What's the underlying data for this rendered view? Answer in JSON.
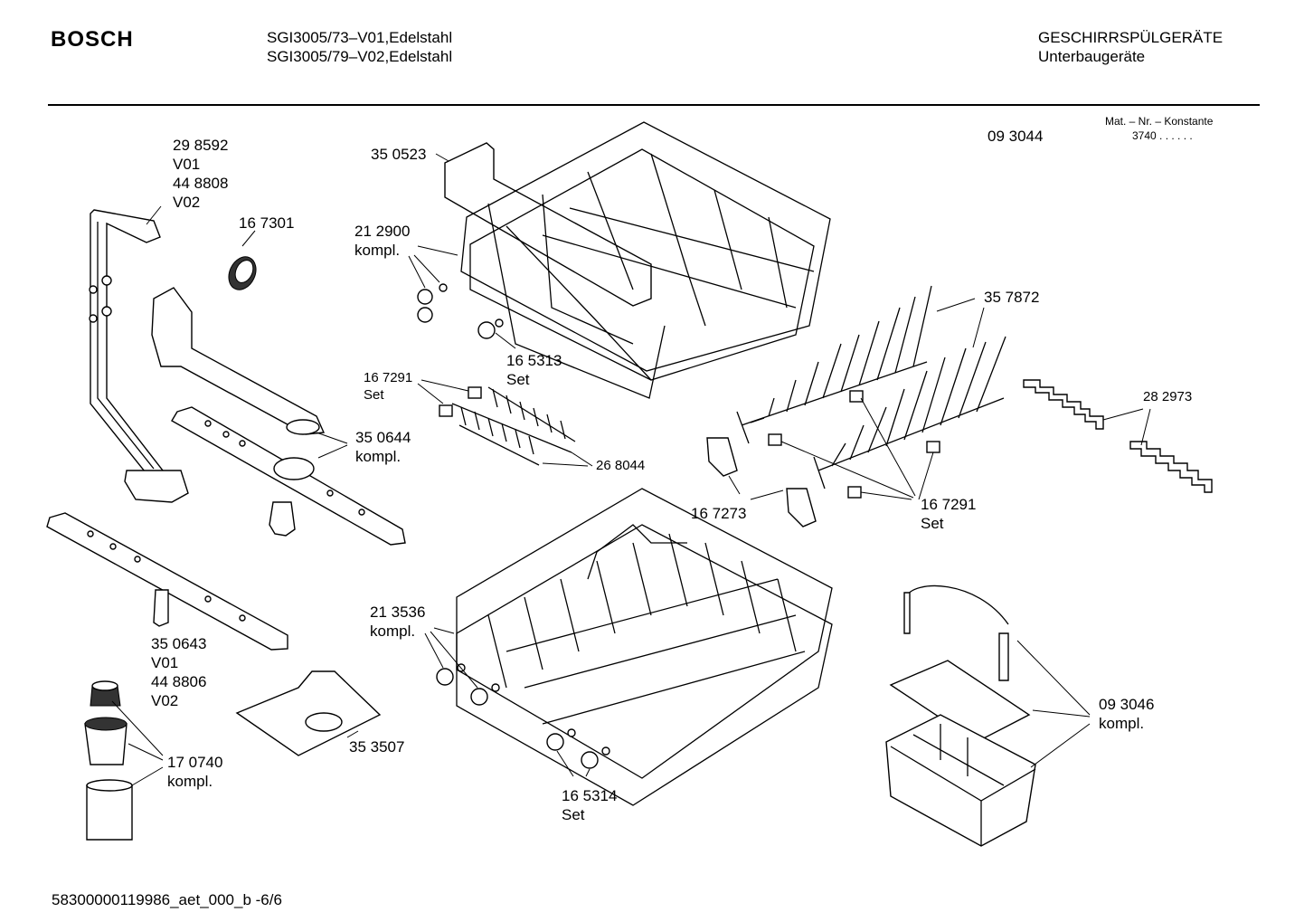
{
  "header": {
    "brand": "BOSCH",
    "model_line_1": "SGI3005/73–V01,Edelstahl",
    "model_line_2": "SGI3005/79–V02,Edelstahl",
    "category_line_1": "GESCHIRRSPÜLGERÄTE",
    "category_line_2": "Unterbaugeräte"
  },
  "info": {
    "part_ref": "09 3044",
    "mat_label": "Mat. – Nr. – Konstante",
    "mat_value": "3740  .  .    .  .  .  ."
  },
  "parts": {
    "p298592": "29 8592",
    "v01_a": "V01",
    "p448808": "44 8808",
    "v02_a": "V02",
    "p167301": "16 7301",
    "p350523": "35 0523",
    "p212900": "21 2900",
    "kompl_212900": "kompl.",
    "p165313": "16 5313",
    "set_165313": "Set",
    "p167291a": "16 7291",
    "set_167291a": "Set",
    "p268044": "26 8044",
    "p350644": "35 0644",
    "kompl_350644": "kompl.",
    "p357872": "35 7872",
    "p282973": "28 2973",
    "p167273": "16 7273",
    "p167291b": "16 7291",
    "set_167291b": "Set",
    "p350643": "35 0643",
    "v01_b": "V01",
    "p448806": "44 8806",
    "v02_b": "V02",
    "p213536": "21 3536",
    "kompl_213536": "kompl.",
    "p353507": "35 3507",
    "p170740": "17 0740",
    "kompl_170740": "kompl.",
    "p165314": "16 5314",
    "set_165314": "Set",
    "p093046": "09 3046",
    "kompl_093046": "kompl."
  },
  "footer": {
    "doc_id": "58300000119986_aet_000_b  -6/6"
  }
}
